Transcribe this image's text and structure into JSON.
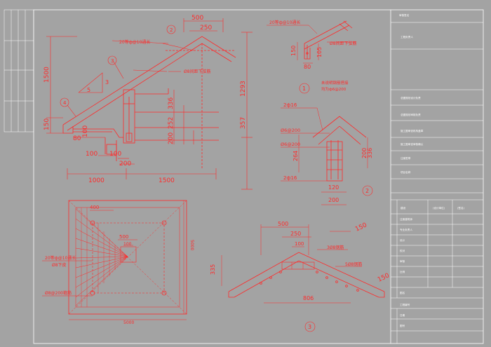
{
  "colors": {
    "background": "#a3a3a3",
    "linework": "#ff2a2a",
    "border": "#ffffff",
    "dims": "#ffffff"
  },
  "elevation": {
    "dims": {
      "top_500": "500",
      "top_250": "250",
      "left_1500": "1500",
      "left_150": "150",
      "right_1293": "1293",
      "right_357": "357",
      "d_336": "336",
      "d_252": "252",
      "d_200": "200",
      "d_80": "80",
      "d_100a": "100",
      "d_100b": "100",
      "d_100c": "100",
      "d_200b": "200",
      "bottom_1000": "1000",
      "bottom_1500": "1500"
    },
    "slope": {
      "rise": "3",
      "run": "5"
    },
    "labels": {
      "rafter": "20等ф@10通长",
      "bolt": "Ø8间距下弦筋"
    },
    "callouts": {
      "c2": "2",
      "c3": "3",
      "c4": "4"
    }
  },
  "detail1": {
    "labels": {
      "rebar": "20等ф@10通长",
      "bottom_rebar": "Ø8间距下弦筋",
      "note_title": "未说明钢筋搭接",
      "note_body": "均为ф6@200"
    },
    "dims": {
      "d150": "150",
      "d105": "105",
      "d80": "80"
    },
    "callout": "1"
  },
  "detail2": {
    "labels": {
      "r1": "2ф16",
      "r2": "Ø6@200",
      "r3": "Ø6@200",
      "r4": "2ф16"
    },
    "dims": {
      "d264": "264",
      "d200a": "200",
      "d336": "336",
      "d120": "120",
      "d200b": "200"
    },
    "callout": "2"
  },
  "plan": {
    "dims": {
      "d400": "400",
      "d500": "500",
      "d100": "100",
      "right_5000": "5000",
      "bottom_5000": "5000"
    },
    "labels": {
      "rebar": "20等ф@10通长",
      "r8": "Ø8下皮",
      "spacing": "Ø8@200箍筋"
    }
  },
  "detail3": {
    "dims": {
      "d500": "500",
      "d250": "250",
      "d100": "100",
      "d150a": "150",
      "d150b": "150",
      "d335": "335",
      "d806": "806"
    },
    "labels": {
      "top": "3Ø8钢筋",
      "mid": "5Ø8钢筋"
    },
    "callout": "3"
  },
  "title_block": {
    "r0": "审核签名",
    "r1": "工程负责人",
    "r2": "总图规划设计负责",
    "r3": "总图规划审核负责",
    "r4": "施工图审查机构盖章",
    "r5": "施工图审查审核确认",
    "r6": "注册签章",
    "r7": "项目名称",
    "r8a": "建设",
    "r8b": "(设计单位)",
    "r8c": "(签名)",
    "r9": "注册建筑师",
    "r10": "专业负责人",
    "r11": "设计",
    "r12": "校对",
    "r13": "审核",
    "r14": "比例",
    "r15": "图名",
    "r16": "工程编号",
    "r17": "日期",
    "r18": "图号"
  }
}
